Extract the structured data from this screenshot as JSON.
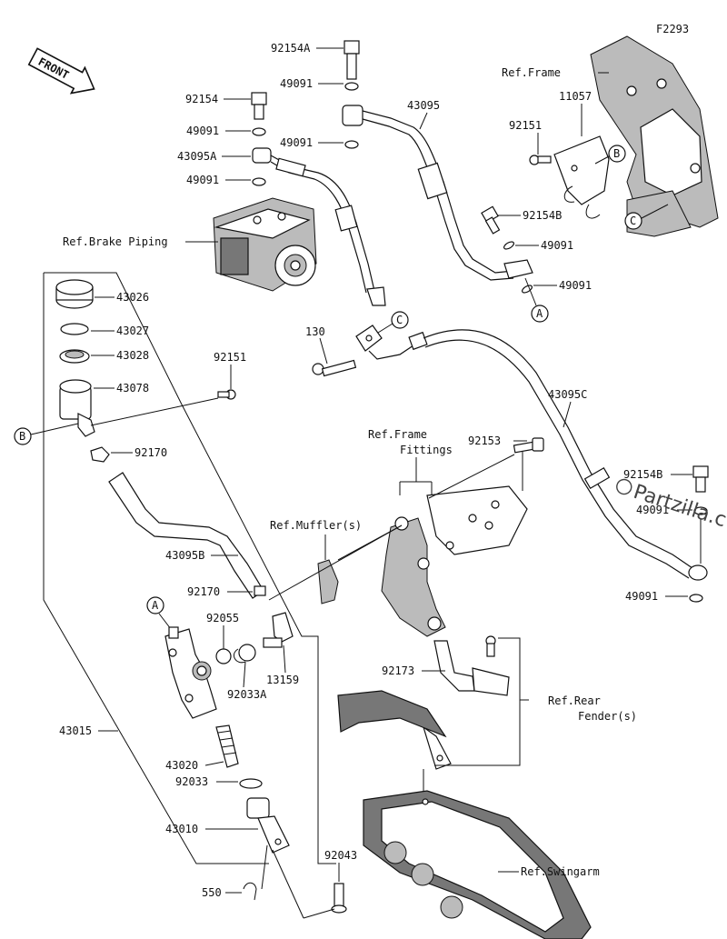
{
  "figure_code": "F2293",
  "front_marker": "FRONT",
  "watermark": "Partzilla.c",
  "callouts": [
    "A",
    "B",
    "C"
  ],
  "refs": {
    "frame": "Ref.Frame",
    "brake_piping": "Ref.Brake Piping",
    "frame_fittings_1": "Ref.Frame",
    "frame_fittings_2": "Fittings",
    "muffler": "Ref.Muffler(s)",
    "rear_fender_1": "Ref.Rear",
    "rear_fender_2": "Fender(s)",
    "swingarm": "Ref.Swingarm"
  },
  "parts": {
    "p92154A": "92154A",
    "p49091_a": "49091",
    "p92154": "92154",
    "p43095": "43095",
    "p49091_b": "49091",
    "p49091_c": "49091",
    "p43095A": "43095A",
    "p49091_d": "49091",
    "p11057": "11057",
    "p92151_a": "92151",
    "p92154B_a": "92154B",
    "p49091_e": "49091",
    "p49091_f": "49091",
    "p43026": "43026",
    "p43027": "43027",
    "p43028": "43028",
    "p43078": "43078",
    "p92151_b": "92151",
    "p130": "130",
    "p43095C": "43095C",
    "p92170_a": "92170",
    "p92153": "92153",
    "p92154B_b": "92154B",
    "p49091_g": "49091",
    "p43095B": "43095B",
    "p92170_b": "92170",
    "p92055": "92055",
    "p49091_h": "49091",
    "p92033A": "92033A",
    "p13159": "13159",
    "p92173": "92173",
    "p43015": "43015",
    "p43020": "43020",
    "p92033": "92033",
    "p43010": "43010",
    "p92043": "92043",
    "p550": "550"
  }
}
